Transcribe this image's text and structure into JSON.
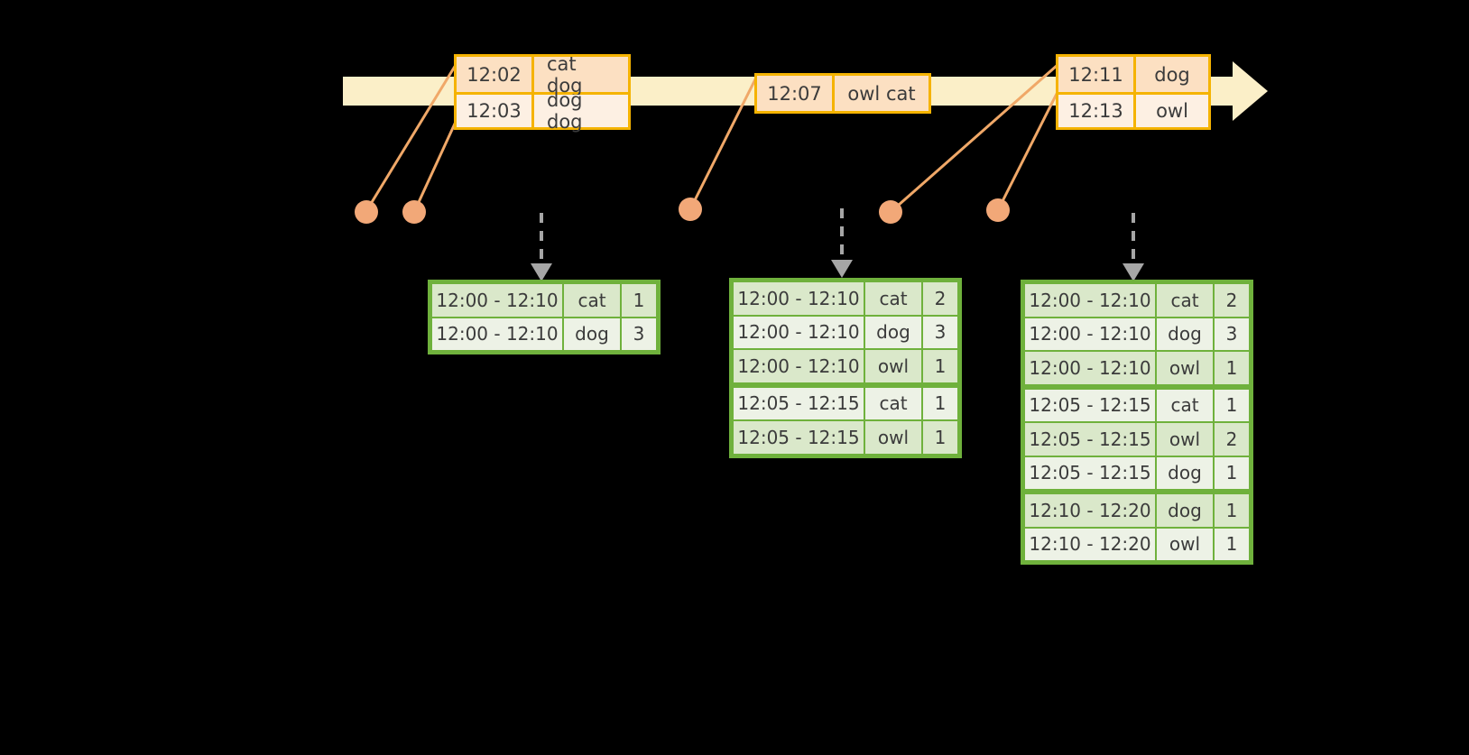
{
  "diagram": {
    "type": "windowed-word-count-timeline",
    "timeline": {
      "axis_color": "#FBEFC8",
      "arrow_color": "#FBEFC8",
      "connector_color": "#F0A868",
      "marker_color": "#F2A878",
      "dashed_arrow_color": "#A6A6A6"
    },
    "events": [
      {
        "id": "event-group-1",
        "rows": [
          {
            "time": "12:02",
            "words": "cat dog"
          },
          {
            "time": "12:03",
            "words": "dog dog"
          }
        ]
      },
      {
        "id": "event-group-2",
        "rows": [
          {
            "time": "12:07",
            "words": "owl cat"
          }
        ]
      },
      {
        "id": "event-group-3",
        "rows": [
          {
            "time": "12:11",
            "words": "dog"
          },
          {
            "time": "12:13",
            "words": "owl"
          }
        ]
      }
    ],
    "result_tables": [
      {
        "id": "result-table-1",
        "rows": [
          {
            "window": "12:00 - 12:10",
            "word": "cat",
            "count": "1"
          },
          {
            "window": "12:00 - 12:10",
            "word": "dog",
            "count": "3"
          }
        ]
      },
      {
        "id": "result-table-2",
        "rows": [
          {
            "window": "12:00 - 12:10",
            "word": "cat",
            "count": "2"
          },
          {
            "window": "12:00 - 12:10",
            "word": "dog",
            "count": "3"
          },
          {
            "window": "12:00 - 12:10",
            "word": "owl",
            "count": "1"
          },
          {
            "window": "12:05 - 12:15",
            "word": "cat",
            "count": "1"
          },
          {
            "window": "12:05 - 12:15",
            "word": "owl",
            "count": "1"
          }
        ]
      },
      {
        "id": "result-table-3",
        "rows": [
          {
            "window": "12:00 - 12:10",
            "word": "cat",
            "count": "2"
          },
          {
            "window": "12:00 - 12:10",
            "word": "dog",
            "count": "3"
          },
          {
            "window": "12:00 - 12:10",
            "word": "owl",
            "count": "1"
          },
          {
            "window": "12:05 - 12:15",
            "word": "cat",
            "count": "1"
          },
          {
            "window": "12:05 - 12:15",
            "word": "owl",
            "count": "2"
          },
          {
            "window": "12:05 - 12:15",
            "word": "dog",
            "count": "1"
          },
          {
            "window": "12:10 - 12:20",
            "word": "dog",
            "count": "1"
          },
          {
            "window": "12:10 - 12:20",
            "word": "owl",
            "count": "1"
          }
        ]
      }
    ]
  }
}
